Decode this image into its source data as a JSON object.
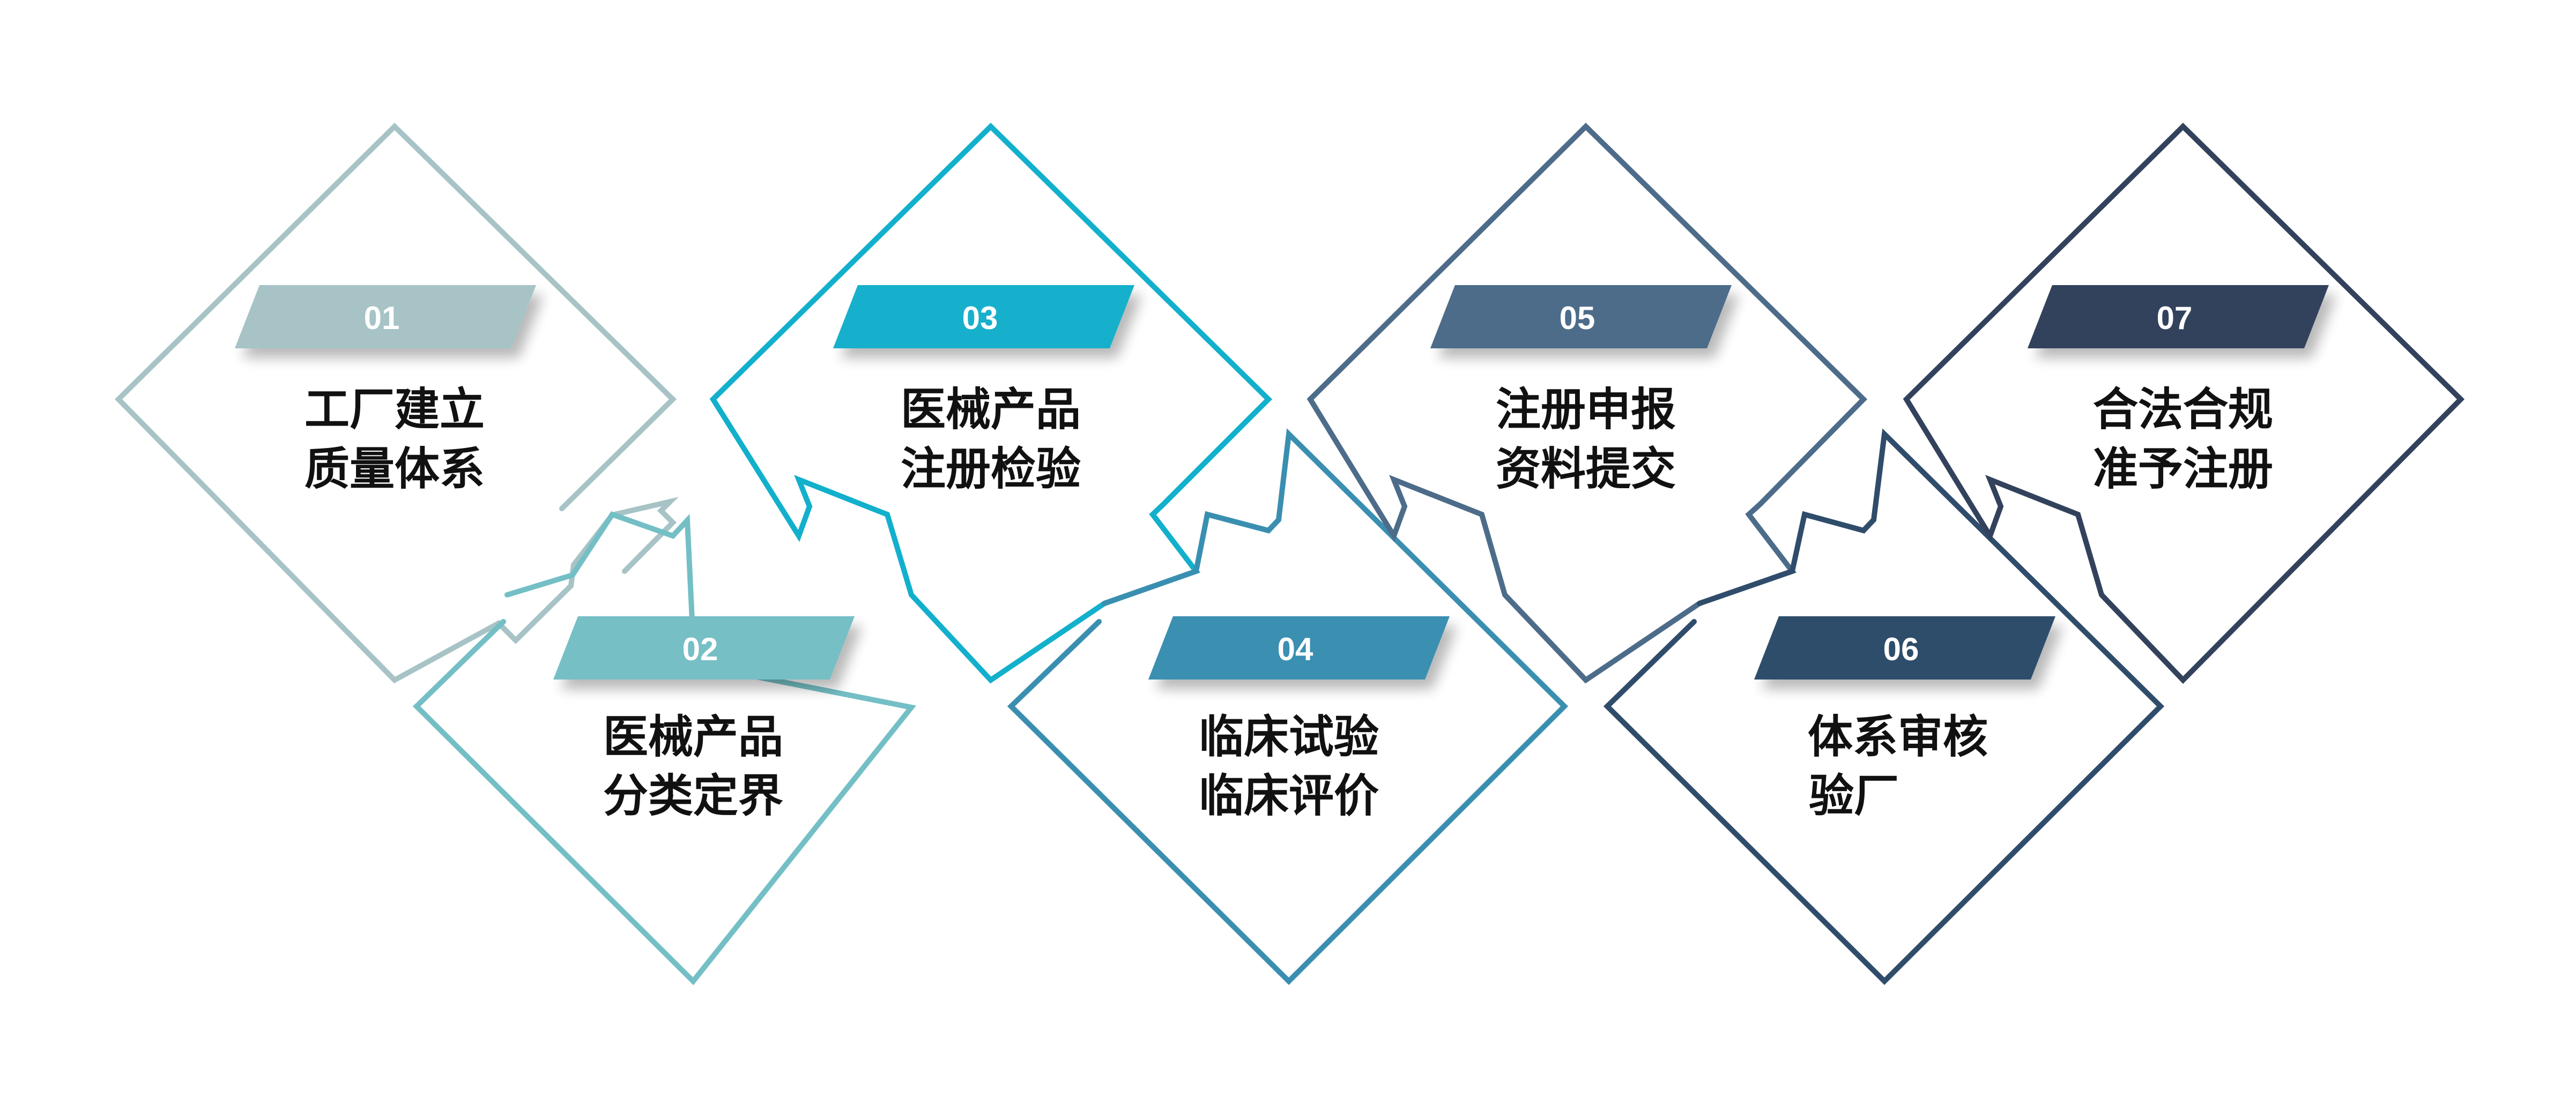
{
  "colors": [
    "#a7c3c6",
    "#74bfc5",
    "#12b0cc",
    "#3a8fb1",
    "#4d6c8a",
    "#2f4d6b",
    "#33425c"
  ],
  "steps": [
    {
      "num": "01",
      "title_line1": "工厂建立",
      "title_line2": "质量体系"
    },
    {
      "num": "02",
      "title_line1": "医械产品",
      "title_line2": "分类定界"
    },
    {
      "num": "03",
      "title_line1": "医械产品",
      "title_line2": "注册检验"
    },
    {
      "num": "04",
      "title_line1": "临床试验",
      "title_line2": "临床评价"
    },
    {
      "num": "05",
      "title_line1": "注册申报",
      "title_line2": "资料提交"
    },
    {
      "num": "06",
      "title_line1": "体系审核",
      "title_line2": "验厂"
    },
    {
      "num": "07",
      "title_line1": "合法合规",
      "title_line2": "准予注册"
    }
  ]
}
